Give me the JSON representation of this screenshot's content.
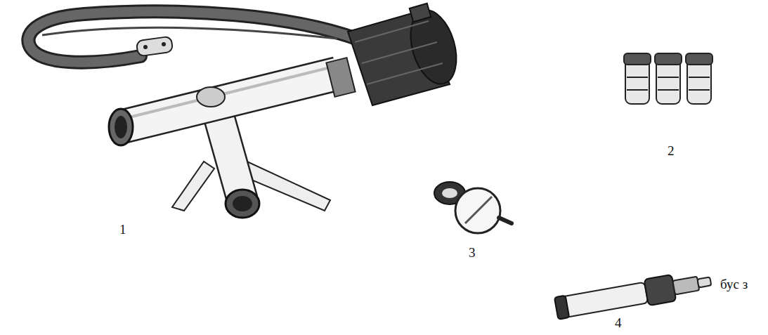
{
  "diagram": {
    "labels": [
      "1",
      "2",
      "3",
      "4",
      "бус з"
    ]
  }
}
